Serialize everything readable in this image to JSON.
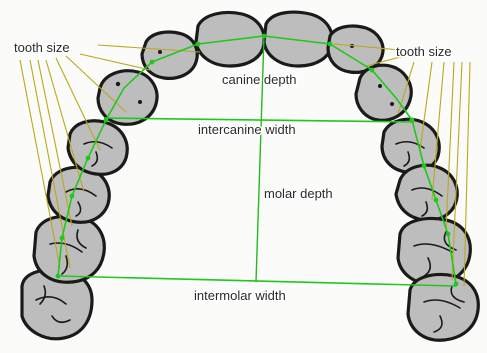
{
  "diagram": {
    "labels": {
      "tooth_size_left": "tooth size",
      "tooth_size_right": "tooth size",
      "canine_depth": "canine depth",
      "intercanine_width": "intercanine width",
      "molar_depth": "molar depth",
      "intermolar_width": "intermolar width"
    },
    "colors": {
      "measure_lines": "#22c71e",
      "leader_lines": "#b9a91a",
      "tooth_fill": "#bdbdbd",
      "tooth_outline": "#1a1a1a"
    }
  }
}
